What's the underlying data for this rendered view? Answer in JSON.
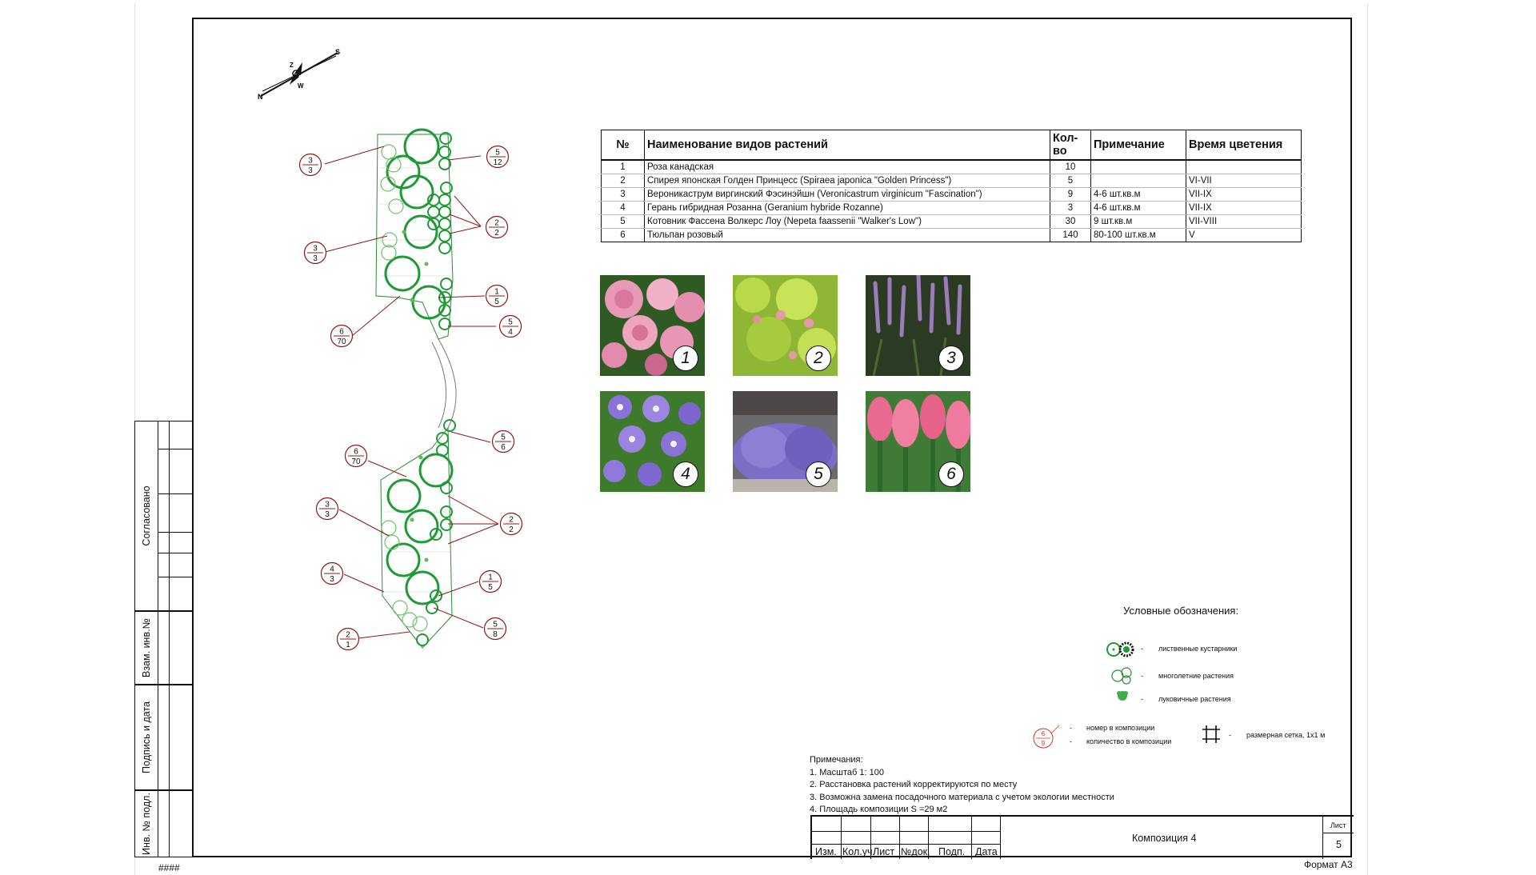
{
  "stamp": {
    "soglasovano": "Согласовано",
    "vzam": "Взам. инв.№",
    "podpis": "Подпись и дата",
    "inv": "Инв. № подл."
  },
  "table": {
    "headers": [
      "№",
      "Наименование видов растений",
      "Кол- во",
      "Примечание",
      "Время цветения"
    ],
    "rows": [
      [
        "1",
        "Роза канадская",
        "10",
        "",
        ""
      ],
      [
        "2",
        "Спирея японская Голден Принцесс (Spiraea japonica \"Golden Princess\")",
        "5",
        "",
        "VI-VII"
      ],
      [
        "3",
        "Вероникаструм виргинский Фэсинэйшн (Veronicastrum virginicum \"Fascination\")",
        "9",
        "4-6 шт.кв.м",
        "VII-IX"
      ],
      [
        "4",
        "Герань гибридная Розанна (Geranium hybride Rozanne)",
        "3",
        "4-6 шт.кв.м",
        "VII-IX"
      ],
      [
        "5",
        "Котовник Фассена  Волкерс Лоу (Nepeta faassenii \"Walker's Low\")",
        "30",
        " 9 шт.кв.м",
        "VII-VIII"
      ],
      [
        "6",
        "Тюльпан розовый",
        "140",
        "80-100 шт.кв.м",
        "V"
      ]
    ]
  },
  "photos": [
    {
      "num": "1",
      "plant": "rose"
    },
    {
      "num": "2",
      "plant": "spiraea"
    },
    {
      "num": "3",
      "plant": "veronicastrum"
    },
    {
      "num": "4",
      "plant": "geranium"
    },
    {
      "num": "5",
      "plant": "nepeta"
    },
    {
      "num": "6",
      "plant": "tulip"
    }
  ],
  "callouts": [
    {
      "top": "3",
      "bottom": "3"
    },
    {
      "top": "5",
      "bottom": "12"
    },
    {
      "top": "2",
      "bottom": "2"
    },
    {
      "top": "3",
      "bottom": "3"
    },
    {
      "top": "1",
      "bottom": "5"
    },
    {
      "top": "5",
      "bottom": "4"
    },
    {
      "top": "6",
      "bottom": "70"
    },
    {
      "top": "5",
      "bottom": "6"
    },
    {
      "top": "6",
      "bottom": "70"
    },
    {
      "top": "3",
      "bottom": "3"
    },
    {
      "top": "2",
      "bottom": "2"
    },
    {
      "top": "4",
      "bottom": "3"
    },
    {
      "top": "1",
      "bottom": "5"
    },
    {
      "top": "5",
      "bottom": "8"
    },
    {
      "top": "2",
      "bottom": "1"
    }
  ],
  "legend": {
    "title": "Условные обозначения:",
    "items": {
      "shrubs": "лиственные кустарники",
      "perennials": "многолетние растения",
      "bulbs": "луковичные растения",
      "number": "номер в композиции",
      "quantity": "количество в композиции",
      "grid": "размерная сетка, 1х1 м",
      "dash": "-"
    },
    "sample_top": "6",
    "sample_bottom": "9"
  },
  "notes": {
    "title": "Примечания:",
    "lines": [
      "1. Масштаб 1: 100",
      "2. Расстановка растений  корректируются по месту",
      "3. Возможна замена посадочного материала с учетом экологии местности",
      "4. Площадь композиции S =29 м2"
    ]
  },
  "title_block": {
    "columns": [
      "Изм.",
      "Кол.уч.",
      "Лист",
      "№док.",
      "Подп.",
      "Дата"
    ],
    "composition": "Композиция 4",
    "sheet_label": "Лист",
    "sheet_number": "5"
  },
  "footer": {
    "format": "Формат А3",
    "corner": "####"
  },
  "compass": {
    "letters": [
      "S",
      "N",
      "Z",
      "W"
    ]
  }
}
